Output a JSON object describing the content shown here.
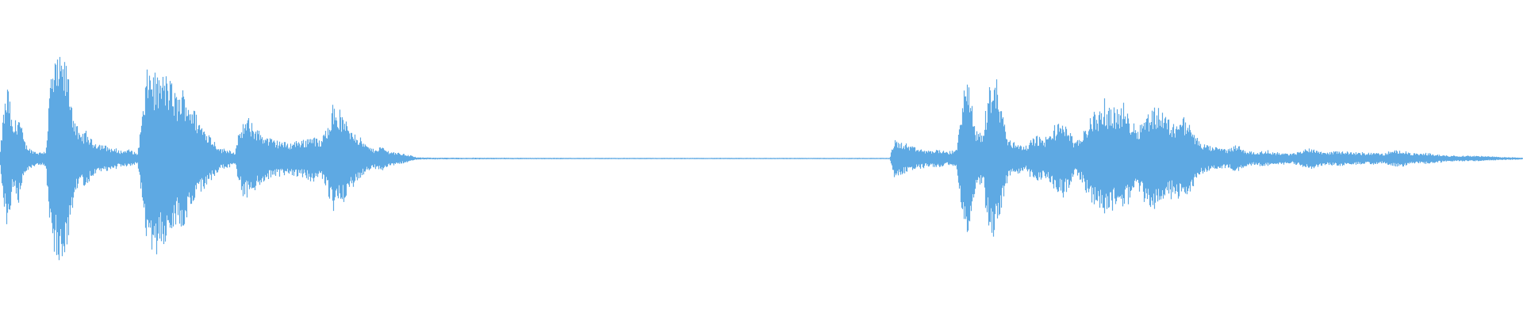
{
  "waveform": {
    "color": "#5ea9e3",
    "duration_normalized": 1.0,
    "amplitude_envelope": [
      [
        0.0,
        0.05
      ],
      [
        0.002,
        0.3
      ],
      [
        0.005,
        0.48
      ],
      [
        0.008,
        0.2
      ],
      [
        0.012,
        0.3
      ],
      [
        0.016,
        0.1
      ],
      [
        0.02,
        0.06
      ],
      [
        0.025,
        0.04
      ],
      [
        0.03,
        0.05
      ],
      [
        0.033,
        0.55
      ],
      [
        0.036,
        0.62
      ],
      [
        0.04,
        0.65
      ],
      [
        0.044,
        0.6
      ],
      [
        0.048,
        0.3
      ],
      [
        0.052,
        0.15
      ],
      [
        0.056,
        0.18
      ],
      [
        0.06,
        0.12
      ],
      [
        0.065,
        0.1
      ],
      [
        0.07,
        0.08
      ],
      [
        0.075,
        0.06
      ],
      [
        0.08,
        0.05
      ],
      [
        0.085,
        0.06
      ],
      [
        0.09,
        0.03
      ],
      [
        0.094,
        0.35
      ],
      [
        0.097,
        0.62
      ],
      [
        0.1,
        0.56
      ],
      [
        0.104,
        0.52
      ],
      [
        0.108,
        0.55
      ],
      [
        0.112,
        0.5
      ],
      [
        0.116,
        0.4
      ],
      [
        0.12,
        0.45
      ],
      [
        0.124,
        0.38
      ],
      [
        0.128,
        0.3
      ],
      [
        0.132,
        0.22
      ],
      [
        0.136,
        0.18
      ],
      [
        0.14,
        0.12
      ],
      [
        0.145,
        0.06
      ],
      [
        0.15,
        0.06
      ],
      [
        0.154,
        0.04
      ],
      [
        0.158,
        0.2
      ],
      [
        0.162,
        0.25
      ],
      [
        0.166,
        0.22
      ],
      [
        0.17,
        0.18
      ],
      [
        0.175,
        0.14
      ],
      [
        0.18,
        0.12
      ],
      [
        0.185,
        0.11
      ],
      [
        0.19,
        0.1
      ],
      [
        0.195,
        0.12
      ],
      [
        0.2,
        0.12
      ],
      [
        0.205,
        0.16
      ],
      [
        0.21,
        0.1
      ],
      [
        0.214,
        0.2
      ],
      [
        0.218,
        0.35
      ],
      [
        0.222,
        0.3
      ],
      [
        0.226,
        0.25
      ],
      [
        0.23,
        0.2
      ],
      [
        0.235,
        0.15
      ],
      [
        0.24,
        0.09
      ],
      [
        0.245,
        0.06
      ],
      [
        0.25,
        0.08
      ],
      [
        0.255,
        0.05
      ],
      [
        0.26,
        0.04
      ],
      [
        0.265,
        0.03
      ],
      [
        0.27,
        0.02
      ],
      [
        0.272,
        0.01
      ],
      [
        0.275,
        0.006
      ],
      [
        0.3,
        0.005
      ],
      [
        0.4,
        0.004
      ],
      [
        0.5,
        0.004
      ],
      [
        0.58,
        0.004
      ],
      [
        0.584,
        0.004
      ],
      [
        0.587,
        0.12
      ],
      [
        0.592,
        0.1
      ],
      [
        0.598,
        0.08
      ],
      [
        0.604,
        0.06
      ],
      [
        0.61,
        0.05
      ],
      [
        0.616,
        0.06
      ],
      [
        0.622,
        0.04
      ],
      [
        0.628,
        0.06
      ],
      [
        0.632,
        0.45
      ],
      [
        0.636,
        0.48
      ],
      [
        0.64,
        0.2
      ],
      [
        0.645,
        0.15
      ],
      [
        0.65,
        0.5
      ],
      [
        0.654,
        0.52
      ],
      [
        0.658,
        0.3
      ],
      [
        0.662,
        0.12
      ],
      [
        0.668,
        0.1
      ],
      [
        0.674,
        0.08
      ],
      [
        0.68,
        0.15
      ],
      [
        0.686,
        0.12
      ],
      [
        0.692,
        0.2
      ],
      [
        0.698,
        0.25
      ],
      [
        0.702,
        0.18
      ],
      [
        0.706,
        0.1
      ],
      [
        0.71,
        0.15
      ],
      [
        0.716,
        0.28
      ],
      [
        0.722,
        0.32
      ],
      [
        0.728,
        0.34
      ],
      [
        0.734,
        0.33
      ],
      [
        0.74,
        0.3
      ],
      [
        0.746,
        0.2
      ],
      [
        0.752,
        0.28
      ],
      [
        0.758,
        0.34
      ],
      [
        0.764,
        0.3
      ],
      [
        0.77,
        0.22
      ],
      [
        0.776,
        0.28
      ],
      [
        0.782,
        0.2
      ],
      [
        0.788,
        0.1
      ],
      [
        0.794,
        0.08
      ],
      [
        0.8,
        0.07
      ],
      [
        0.806,
        0.06
      ],
      [
        0.812,
        0.09
      ],
      [
        0.818,
        0.05
      ],
      [
        0.824,
        0.04
      ],
      [
        0.83,
        0.05
      ],
      [
        0.836,
        0.04
      ],
      [
        0.842,
        0.035
      ],
      [
        0.848,
        0.03
      ],
      [
        0.854,
        0.05
      ],
      [
        0.86,
        0.07
      ],
      [
        0.866,
        0.05
      ],
      [
        0.872,
        0.04
      ],
      [
        0.878,
        0.05
      ],
      [
        0.884,
        0.045
      ],
      [
        0.89,
        0.04
      ],
      [
        0.896,
        0.035
      ],
      [
        0.902,
        0.04
      ],
      [
        0.908,
        0.03
      ],
      [
        0.914,
        0.05
      ],
      [
        0.92,
        0.055
      ],
      [
        0.926,
        0.035
      ],
      [
        0.932,
        0.03
      ],
      [
        0.938,
        0.035
      ],
      [
        0.944,
        0.025
      ],
      [
        0.95,
        0.02
      ],
      [
        0.958,
        0.018
      ],
      [
        0.966,
        0.02
      ],
      [
        0.974,
        0.015
      ],
      [
        0.982,
        0.012
      ],
      [
        0.99,
        0.008
      ],
      [
        1.0,
        0.006
      ]
    ]
  }
}
